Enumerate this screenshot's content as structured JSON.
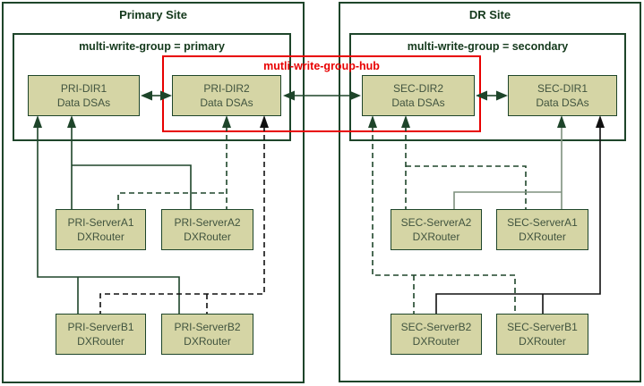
{
  "diagram": {
    "primary_site": {
      "title": "Primary Site",
      "group_label": "multi-write-group = primary"
    },
    "dr_site": {
      "title": "DR Site",
      "group_label": "multi-write-group = secondary"
    },
    "hub": {
      "label": "mutli-write-group-hub"
    },
    "nodes": {
      "pri_dir1": {
        "line1": "PRI-DIR1",
        "line2": "Data DSAs"
      },
      "pri_dir2": {
        "line1": "PRI-DIR2",
        "line2": "Data DSAs"
      },
      "sec_dir2": {
        "line1": "SEC-DIR2",
        "line2": "Data DSAs"
      },
      "sec_dir1": {
        "line1": "SEC-DIR1",
        "line2": "Data DSAs"
      },
      "pri_server_a1": {
        "line1": "PRI-ServerA1",
        "line2": "DXRouter"
      },
      "pri_server_a2": {
        "line1": "PRI-ServerA2",
        "line2": "DXRouter"
      },
      "sec_server_a2": {
        "line1": "SEC-ServerA2",
        "line2": "DXRouter"
      },
      "sec_server_a1": {
        "line1": "SEC-ServerA1",
        "line2": "DXRouter"
      },
      "pri_server_b1": {
        "line1": "PRI-ServerB1",
        "line2": "DXRouter"
      },
      "pri_server_b2": {
        "line1": "PRI-ServerB2",
        "line2": "DXRouter"
      },
      "sec_server_b2": {
        "line1": "SEC-ServerB2",
        "line2": "DXRouter"
      },
      "sec_server_b1": {
        "line1": "SEC-ServerB1",
        "line2": "DXRouter"
      }
    },
    "colors": {
      "line_green": "#1e452a",
      "line_black": "#101010",
      "line_sage": "#7e917e",
      "hub_red": "#e80000",
      "node_fill": "#d5d5a5",
      "title_text": "#14391c",
      "node_text": "#41543f"
    }
  }
}
